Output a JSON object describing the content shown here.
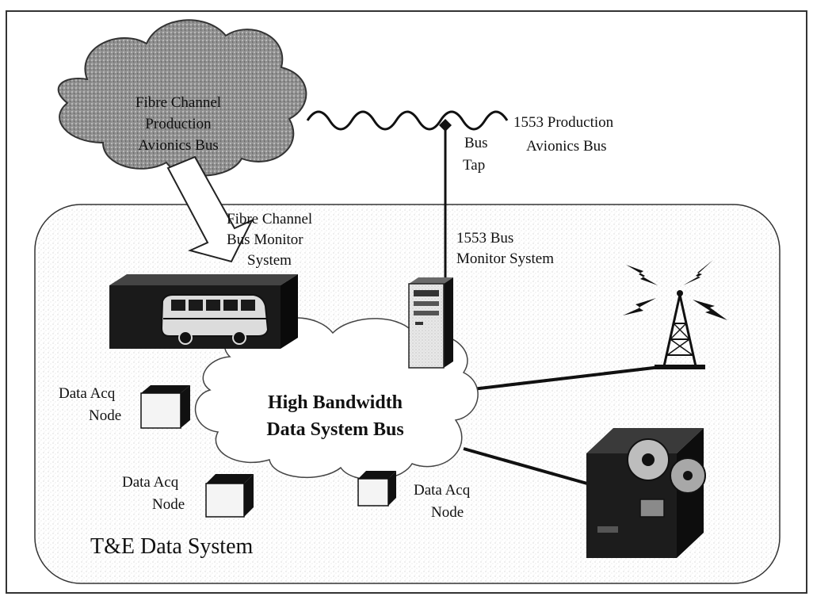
{
  "diagram": {
    "fibre_cloud": {
      "lines": [
        "Fibre Channel",
        "Production",
        "Avionics Bus"
      ]
    },
    "bus_1553": {
      "lines": [
        "1553 Production",
        "Avionics Bus"
      ]
    },
    "bus_tap": {
      "lines": [
        "Bus",
        "Tap"
      ]
    },
    "fibre_monitor": {
      "lines": [
        "Fibre Channel",
        "Bus Monitor",
        "System"
      ]
    },
    "monitor_1553": {
      "lines": [
        "1553 Bus",
        "Monitor System"
      ]
    },
    "central_bus": {
      "lines": [
        "High Bandwidth",
        "Data System Bus"
      ]
    },
    "nodes": [
      {
        "lines": [
          "Data Acq",
          "Node"
        ]
      },
      {
        "lines": [
          "Data Acq",
          "Node"
        ]
      },
      {
        "lines": [
          "Data Acq",
          "Node"
        ]
      }
    ],
    "system_title": "T&E Data System"
  },
  "colors": {
    "ink": "#111111",
    "fill_dark": "#1a1a1a",
    "cloud_gray": "#9a9a9a",
    "border": "#333333",
    "speckle": "#bfbfbf"
  },
  "icons": [
    "cloud-icon",
    "wave-bus-icon",
    "monitor-box-icon",
    "bus-vehicle-icon",
    "tower-server-icon",
    "antenna-icon",
    "lightning-icon",
    "tape-recorder-icon",
    "cube-node-icon"
  ]
}
